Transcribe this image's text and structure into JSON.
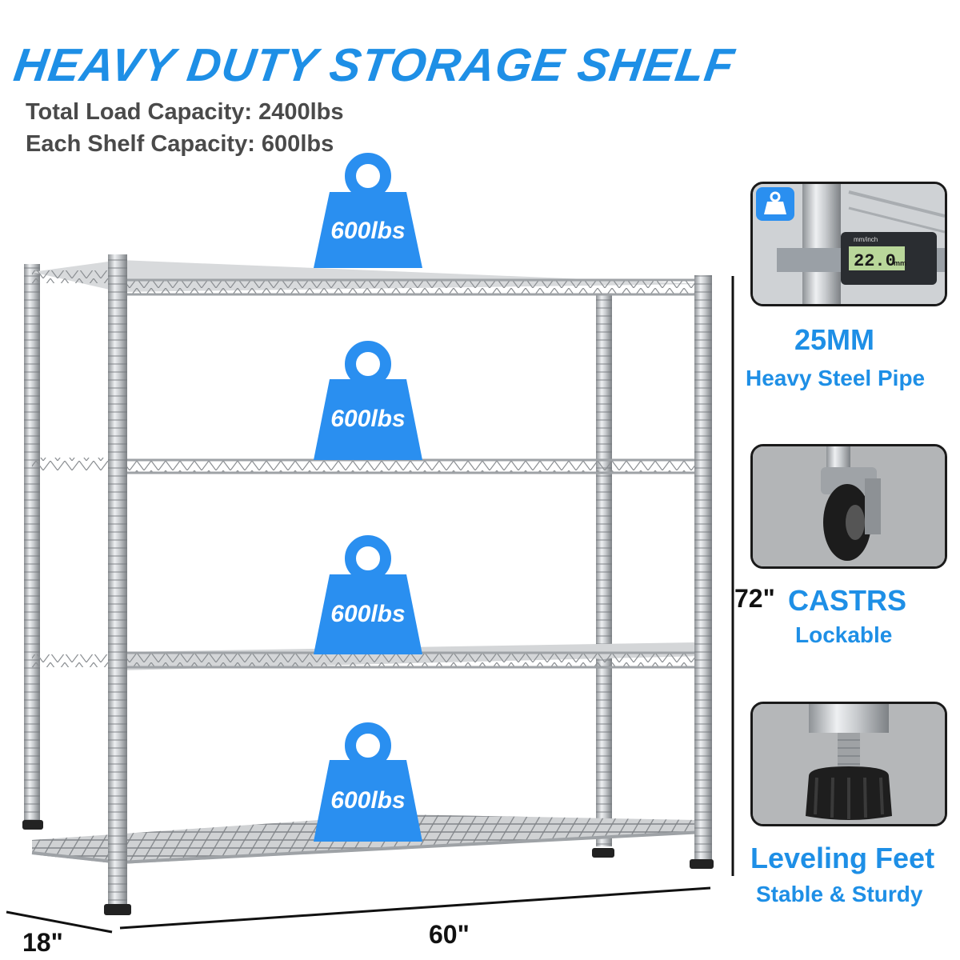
{
  "header": {
    "title": "HEAVY DUTY STORAGE SHELF",
    "total_capacity": "Total Load Capacity: 2400lbs",
    "shelf_capacity": "Each Shelf Capacity: 600lbs"
  },
  "weights": [
    "600lbs",
    "600lbs",
    "600lbs",
    "600lbs"
  ],
  "dimensions": {
    "height": "72\"",
    "width": "60\"",
    "depth": "18\""
  },
  "features": [
    {
      "title": "25MM",
      "subtitle": "Heavy Steel Pipe",
      "icon": "caliper-icon",
      "readout": "22.0",
      "unit": "mm",
      "scale_label": "mm/inch"
    },
    {
      "title": "CASTRS",
      "subtitle": "Lockable",
      "icon": "caster-wheel-icon"
    },
    {
      "title": "Leveling Feet",
      "subtitle": "Stable & Sturdy",
      "icon": "leveling-foot-icon"
    }
  ],
  "colors": {
    "accent": "#1e8fe6",
    "weight_fill": "#2a8ff0",
    "chrome": "#b9bcc0",
    "text_dark": "#4a4a4a"
  }
}
